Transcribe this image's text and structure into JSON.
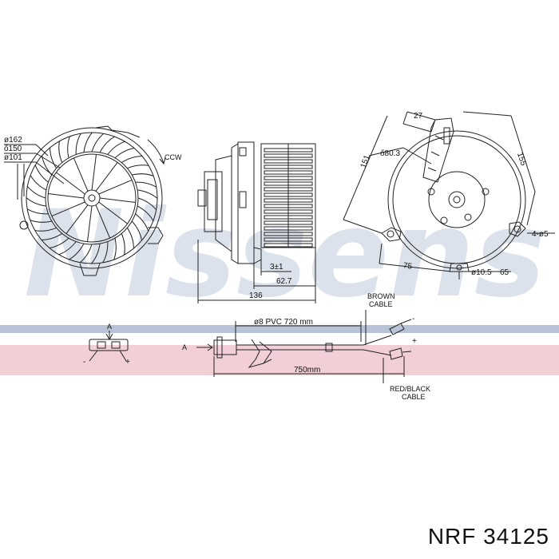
{
  "watermark": "Nissens",
  "caption": "NRF 34125",
  "front_view": {
    "dims": [
      "ø162",
      "ő150",
      "ø101"
    ],
    "rotation": "CCW"
  },
  "side_view": {
    "dims": [
      "3±1",
      "62.7",
      "136"
    ]
  },
  "rear_view": {
    "dims": [
      "27",
      "151",
      "155",
      "ő80.3",
      "4-ø5",
      "75",
      "ø10.5",
      "65"
    ]
  },
  "connector": {
    "label": "A",
    "minus": "-",
    "plus": "+"
  },
  "cable": {
    "label_a": "A",
    "tube": "ø8  PVC  720  mm",
    "length": "750mm",
    "brown": [
      "BROWN",
      "CABLE"
    ],
    "redblack": [
      "RED/BLACK",
      "CABLE"
    ],
    "minus": "-",
    "plus": "+"
  },
  "colors": {
    "band": "#f2cfd6",
    "band_line": "#b7c3d6",
    "watermark": "#d6dde8",
    "stroke": "#222222"
  }
}
